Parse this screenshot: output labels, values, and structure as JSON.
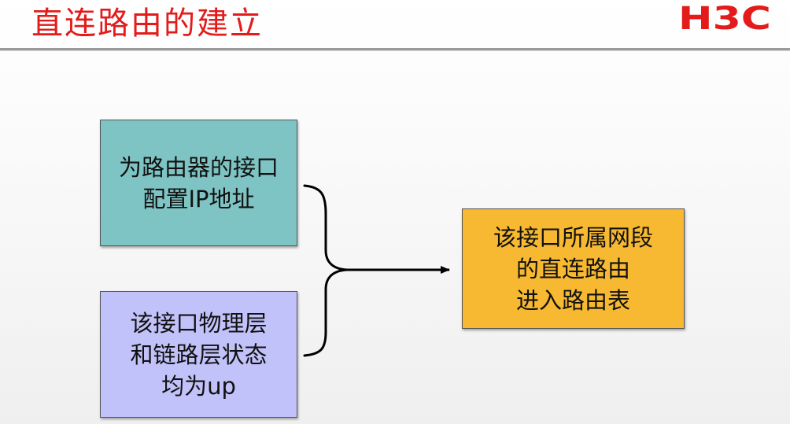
{
  "slide": {
    "title": "直连路由的建立",
    "logo_text": "H3C"
  },
  "diagram": {
    "nodes": [
      {
        "id": "assign-ip",
        "lines": [
          "为路由器的接口",
          "配置IP地址"
        ]
      },
      {
        "id": "interface-up",
        "lines": [
          "该接口物理层",
          "和链路层状态",
          "均为up"
        ]
      },
      {
        "id": "route-entry",
        "lines": [
          "该接口所属网段",
          "的直连路由",
          "进入路由表"
        ]
      }
    ],
    "edges": [
      {
        "from": [
          "assign-ip",
          "interface-up"
        ],
        "to": "route-entry",
        "style": "curly-brace-arrow"
      }
    ]
  },
  "colors": {
    "title": "#e31b1b",
    "logo": "#e31b1b",
    "box_teal": "#7fc4c4",
    "box_lavender": "#c2c2fa",
    "box_orange": "#f7b931",
    "connector": "#000000"
  }
}
